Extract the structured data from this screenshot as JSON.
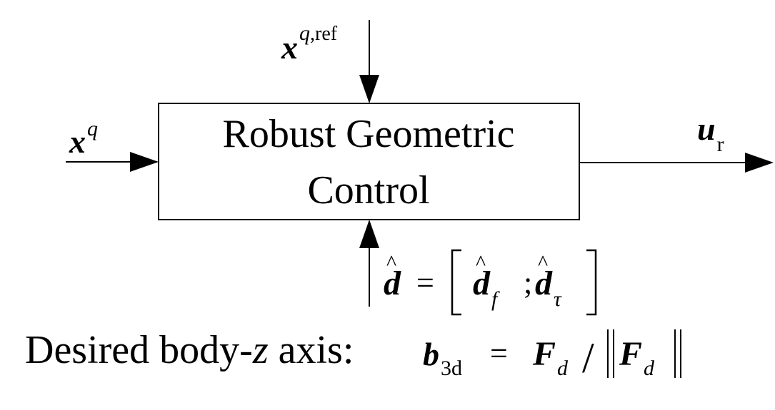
{
  "block": {
    "line1": "Robust Geometric",
    "line2": "Control"
  },
  "inputs": {
    "state": {
      "base": "x",
      "sup": "q"
    },
    "reference": {
      "base": "x",
      "sup_q": "q",
      "sup_ref": ",ref"
    },
    "disturbance": {
      "lhs": "d",
      "eq": "=",
      "f_base": "d",
      "f_sub": "f",
      "sep": ";",
      "tau_base": "d",
      "tau_sub": "τ"
    }
  },
  "output": {
    "base": "u",
    "sub": "r"
  },
  "footer": {
    "prefix": "Desired body-",
    "z": "z",
    "suffix": " axis:",
    "b": "b",
    "b_sub": "3d",
    "eq": "=",
    "F": "F",
    "F_sub": "d",
    "slash": "/",
    "F2": "F",
    "F2_sub": "d"
  },
  "colors": {
    "stroke": "#000000",
    "background": "#ffffff"
  }
}
